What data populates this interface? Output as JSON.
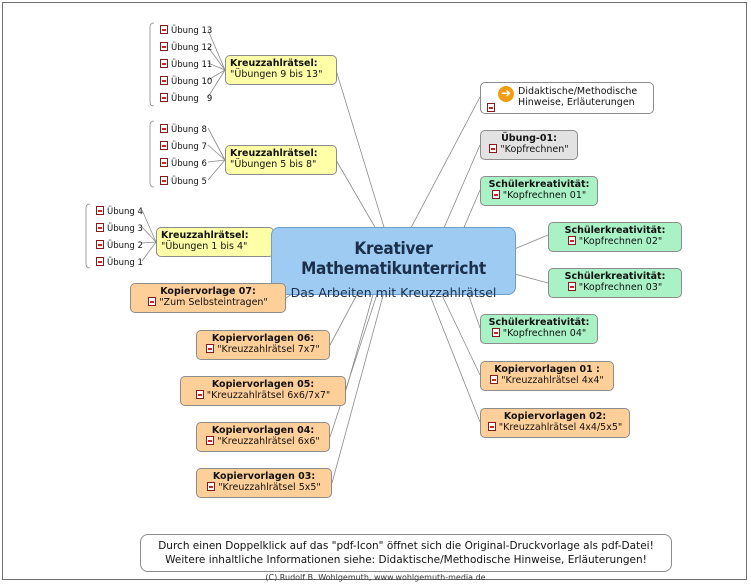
{
  "center": {
    "title": "Kreativer Mathematikunterricht",
    "subtitle": "Das Arbeiten mit Kreuzzahlrätsel"
  },
  "groups": [
    {
      "title": "Kreuzzahlrätsel:",
      "subtitle": "\"Übungen 9 bis 13\"",
      "leaves": [
        "Übung 13",
        "Übung 12",
        "Übung 11",
        "Übung 10",
        "Übung   9"
      ]
    },
    {
      "title": "Kreuzzahlrätsel:",
      "subtitle": "\"Übungen 5 bis 8\"",
      "leaves": [
        "Übung 8",
        "Übung 7",
        "Übung 6",
        "Übung 5"
      ]
    },
    {
      "title": "Kreuzzahlrätsel:",
      "subtitle": "\"Übungen 1 bis 4\"",
      "leaves": [
        "Übung 4",
        "Übung 3",
        "Übung 2",
        "Übung 1"
      ]
    }
  ],
  "left_nodes": [
    {
      "title": "Kopiervorlage 07:",
      "subtitle": "\"Zum Selbsteintragen\""
    },
    {
      "title": "Kopiervorlagen 06:",
      "subtitle": "\"Kreuzzahlrätsel 7x7\""
    },
    {
      "title": "Kopiervorlagen 05:",
      "subtitle": "\"Kreuzzahlrätsel 6x6/7x7\""
    },
    {
      "title": "Kopiervorlagen 04:",
      "subtitle": "\"Kreuzzahlrätsel 6x6\""
    },
    {
      "title": "Kopiervorlagen 03:",
      "subtitle": "\"Kreuzzahlrätsel 5x5\""
    }
  ],
  "right_nodes": [
    {
      "title": "Übung-01:",
      "subtitle": "\"Kopfrechnen\""
    },
    {
      "title": "Schülerkreativität:",
      "subtitle": "\"Kopfrechnen 01\""
    },
    {
      "title": "Schülerkreativität:",
      "subtitle": "\"Kopfrechnen 02\""
    },
    {
      "title": "Schülerkreativität:",
      "subtitle": "\"Kopfrechnen 03\""
    },
    {
      "title": "Schülerkreativität:",
      "subtitle": "\"Kopfrechnen 04\""
    },
    {
      "title": "Kopiervorlagen 01 :",
      "subtitle": "\"Kreuzzahlrätsel 4x4\""
    },
    {
      "title": "Kopiervorlagen 02:",
      "subtitle": "\"Kreuzzahlrätsel 4x4/5x5\""
    }
  ],
  "didactic": {
    "line1": "Didaktische/Methodische",
    "line2": "Hinweise, Erläuterungen"
  },
  "note": {
    "line1": "Durch einen Doppelklick auf das \"pdf-Icon\" öffnet sich die Original-Druckvorlage als pdf-Datei!",
    "line2": "Weitere inhaltliche Informationen siehe: Didaktische/Methodische Hinweise, Erläuterungen!"
  },
  "copyright": "(C) Rudolf B. Wohlgemuth, www.wohlgemuth-media.de",
  "colors": {
    "center": "#9dcbf2",
    "yellow": "#ffffa8",
    "orange": "#ffcf9a",
    "green": "#a8f2c6",
    "gray": "#e2e2e2",
    "arrow": "#f39c12"
  }
}
